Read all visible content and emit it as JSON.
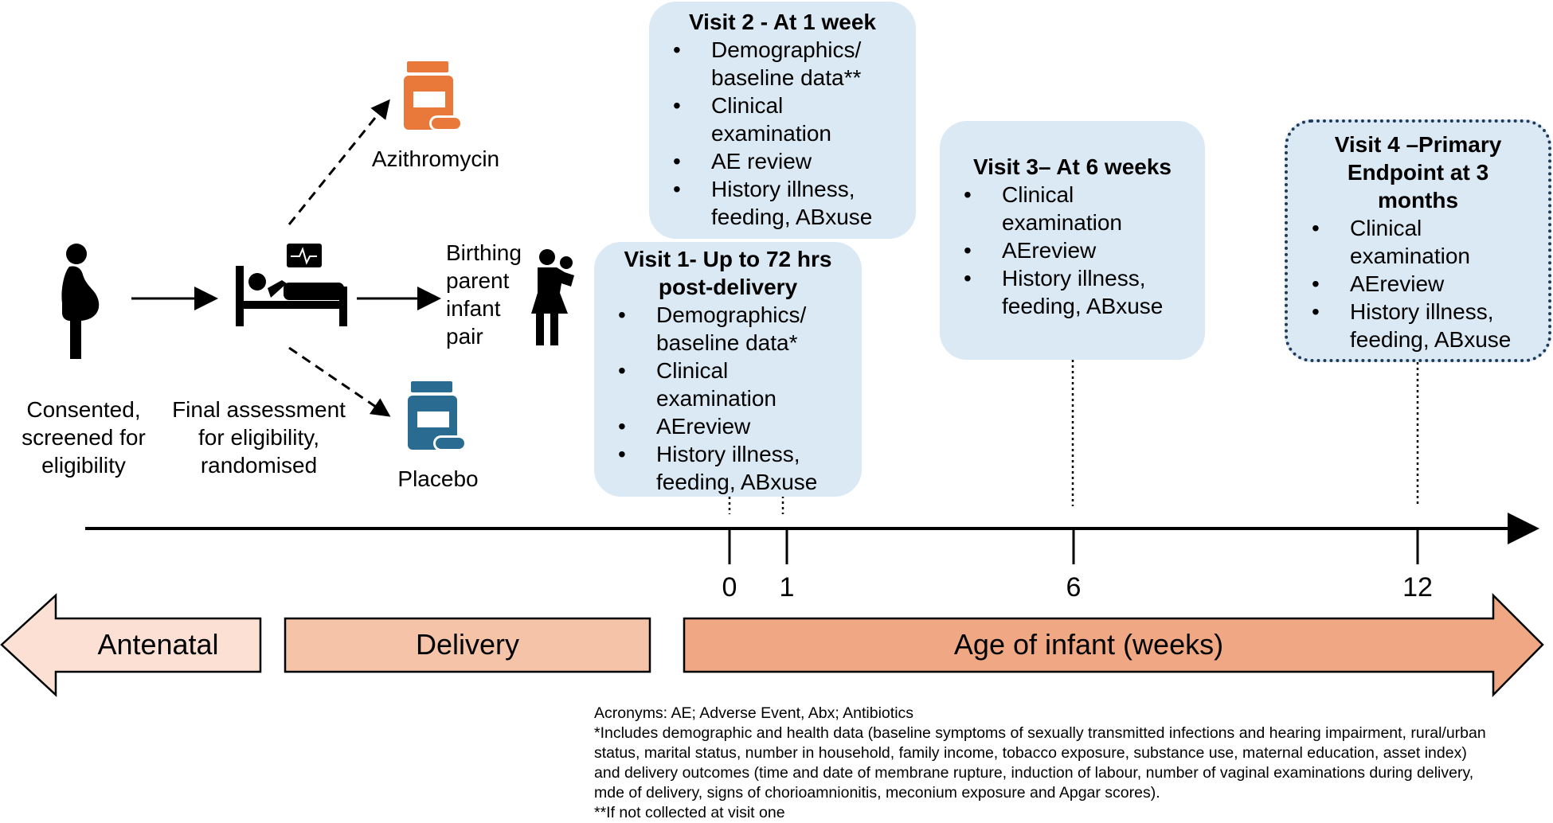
{
  "flow": {
    "consent_label": "Consented,\nscreened for\neligibility",
    "randomise_label": "Final assessment\nfor eligibility,\nrandomised",
    "pair_label": "Birthing\nparent\ninfant\npair",
    "arm_top": "Azithromycin",
    "arm_bottom": "Placebo",
    "colors": {
      "drug_orange": "#e8793a",
      "drug_blue": "#2a6b92"
    }
  },
  "visits": {
    "v2": {
      "title": "Visit 2 - At 1 week",
      "items": [
        "Demographics/\nbaseline data**",
        "Clinical\nexamination",
        "AE review",
        "History illness,\nfeeding, ABxuse"
      ]
    },
    "v1": {
      "title": "Visit 1- Up to 72 hrs\npost-delivery",
      "items": [
        "Demographics/\nbaseline data*",
        "Clinical\nexamination",
        "AEreview",
        "History illness,\nfeeding, ABxuse"
      ]
    },
    "v3": {
      "title": "Visit 3– At 6 weeks",
      "items": [
        "Clinical\nexamination",
        "AEreview",
        "History illness,\nfeeding, ABxuse"
      ]
    },
    "v4": {
      "title": "Visit 4 –Primary\nEndpoint at 3\nmonths",
      "items": [
        "Clinical\nexamination",
        "AEreview",
        "History illness,\nfeeding, ABxuse"
      ]
    },
    "box_color": "#dbe9f4"
  },
  "timeline": {
    "ticks": [
      {
        "week": 0,
        "label": "0"
      },
      {
        "week": 1,
        "label": "1"
      },
      {
        "week": 6,
        "label": "6"
      },
      {
        "week": 12,
        "label": "12"
      }
    ]
  },
  "phases": {
    "antenatal": "Antenatal",
    "delivery": "Delivery",
    "age": "Age of infant (weeks)",
    "colors": {
      "antenatal": "#fbe0d3",
      "delivery": "#f4c3a8",
      "age": "#f0a783"
    }
  },
  "notes": {
    "acronyms": "Acronyms: AE; Adverse Event, Abx; Antibiotics",
    "footnote1": "*Includes demographic and health data (baseline symptoms of sexually transmitted infections and hearing impairment, rural/urban status, marital status, number in household, family income, tobacco exposure, substance use, maternal education, asset index) and delivery outcomes (time and date of membrane rupture, induction of labour, number of vaginal examinations during delivery, mde of delivery, signs of chorioamnionitis, meconium exposure and Apgar scores).",
    "footnote2": "**If not collected at visit one"
  }
}
